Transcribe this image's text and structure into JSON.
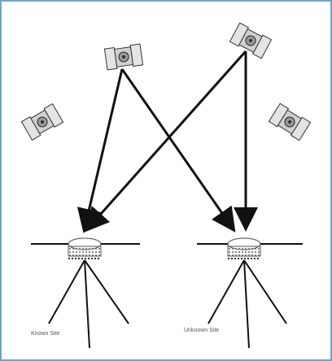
{
  "diagram": {
    "satellites": [
      {
        "id": "sat-top-center"
      },
      {
        "id": "sat-top-right"
      },
      {
        "id": "sat-left"
      },
      {
        "id": "sat-right"
      }
    ],
    "sites": [
      {
        "label": "Known Site"
      },
      {
        "label": "Unknown Site"
      }
    ],
    "colors": {
      "frame": "#6aa6c6",
      "line": "#111111",
      "panel_fill": "#e4e4e4",
      "body_fill": "#9a9a9a"
    }
  }
}
